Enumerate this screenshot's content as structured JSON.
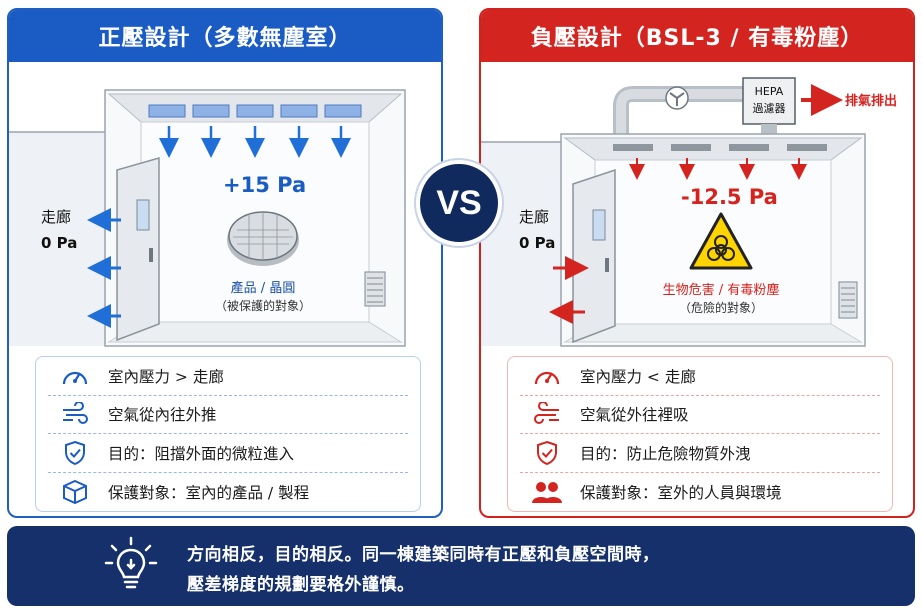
{
  "left": {
    "title": "正壓設計（多數無塵室）",
    "corridor_label": "走廊",
    "corridor_pressure": "0 Pa",
    "room_pressure": "+15 Pa",
    "object_label": "產品 / 晶圓",
    "object_sub": "（被保護的對象）",
    "items": [
      {
        "icon": "gauge-icon",
        "text": "室內壓力 > 走廊"
      },
      {
        "icon": "airflow-icon",
        "text": "空氣從內往外推"
      },
      {
        "icon": "shield-check-icon",
        "text": "目的：阻擋外面的微粒進入"
      },
      {
        "icon": "box-icon",
        "text": "保護對象：室內的產品 / 製程"
      }
    ],
    "accent": "#1a5cc4"
  },
  "vs": "VS",
  "right": {
    "title": "負壓設計（BSL-3 / 有毒粉塵）",
    "filter_label_1": "HEPA",
    "filter_label_2": "過濾器",
    "exhaust_label": "排氣排出",
    "corridor_label": "走廊",
    "corridor_pressure": "0 Pa",
    "room_pressure": "-12.5 Pa",
    "hazard_label": "生物危害 / 有毒粉塵",
    "hazard_sub": "（危險的對象）",
    "items": [
      {
        "icon": "gauge-icon",
        "text": "室內壓力 < 走廊"
      },
      {
        "icon": "airflow-icon",
        "text": "空氣從外往裡吸"
      },
      {
        "icon": "shield-check-icon",
        "text": "目的：防止危險物質外洩"
      },
      {
        "icon": "people-icon",
        "text": "保護對象：室外的人員與環境"
      }
    ],
    "accent": "#d42420"
  },
  "footer": {
    "line1": "方向相反，目的相反。同一棟建築同時有正壓和負壓空間時，",
    "line2": "壓差梯度的規劃要格外謹慎。"
  }
}
